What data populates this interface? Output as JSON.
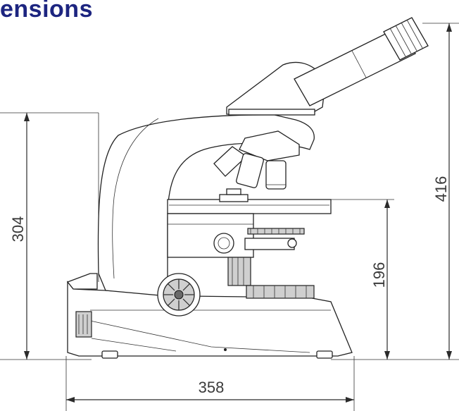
{
  "title": "ensions",
  "dimensions": {
    "total_height": "416",
    "arm_height": "304",
    "stage_height": "196",
    "base_width": "358"
  },
  "colors": {
    "title": "#1d2580",
    "lines": "#2b2b2b",
    "background": "#ffffff"
  }
}
